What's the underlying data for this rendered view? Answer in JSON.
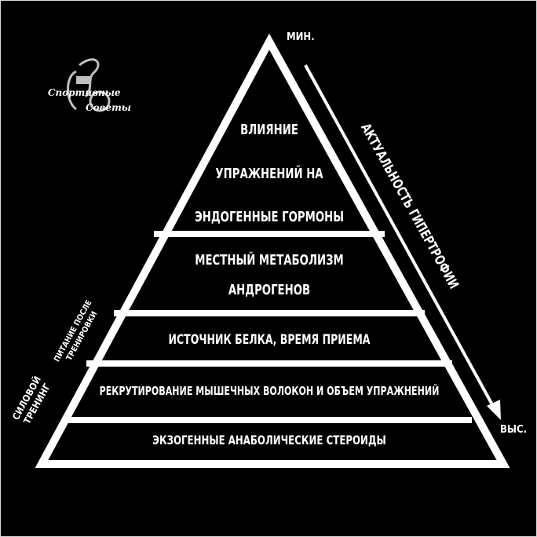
{
  "logo": {
    "line1": "Спортивные",
    "line2": "Советы"
  },
  "pyramid": {
    "levels": [
      {
        "lines": [
          "ВЛИЯНИЕ",
          "УПРАЖНЕНИЙ НА",
          "ЭНДОГЕННЫЕ ГОРМОНЫ"
        ]
      },
      {
        "lines": [
          "МЕСТНЫЙ МЕТАБОЛИЗМ",
          "АНДРОГЕНОВ"
        ]
      },
      {
        "lines": [
          "ИСТОЧНИК БЕЛКА, ВРЕМЯ ПРИЕМА"
        ]
      },
      {
        "lines": [
          "РЕКРУТИРОВАНИЕ МЫШЕЧНЫХ ВОЛОКОН И ОБЪЕМ УПРАЖНЕНИЙ"
        ]
      },
      {
        "lines": [
          "ЭКЗОГЕННЫЕ АНАБОЛИЧЕСКИЕ СТЕРОИДЫ"
        ]
      }
    ]
  },
  "axis": {
    "label": "АКТУАЛЬНОСТЬ ГИПЕРТРОФИИ",
    "min_label": "МИН.",
    "max_label": "ВЫС."
  },
  "side_labels": {
    "nutrition": {
      "line1": "ПИТАНИЕ ПОСЛЕ",
      "line2": "ТРЕНИРОВКИ"
    },
    "strength": {
      "line1": "СИЛОВОЙ",
      "line2": "ТРЕНИНГ"
    }
  },
  "colors": {
    "background": "#000000",
    "foreground": "#ffffff"
  }
}
